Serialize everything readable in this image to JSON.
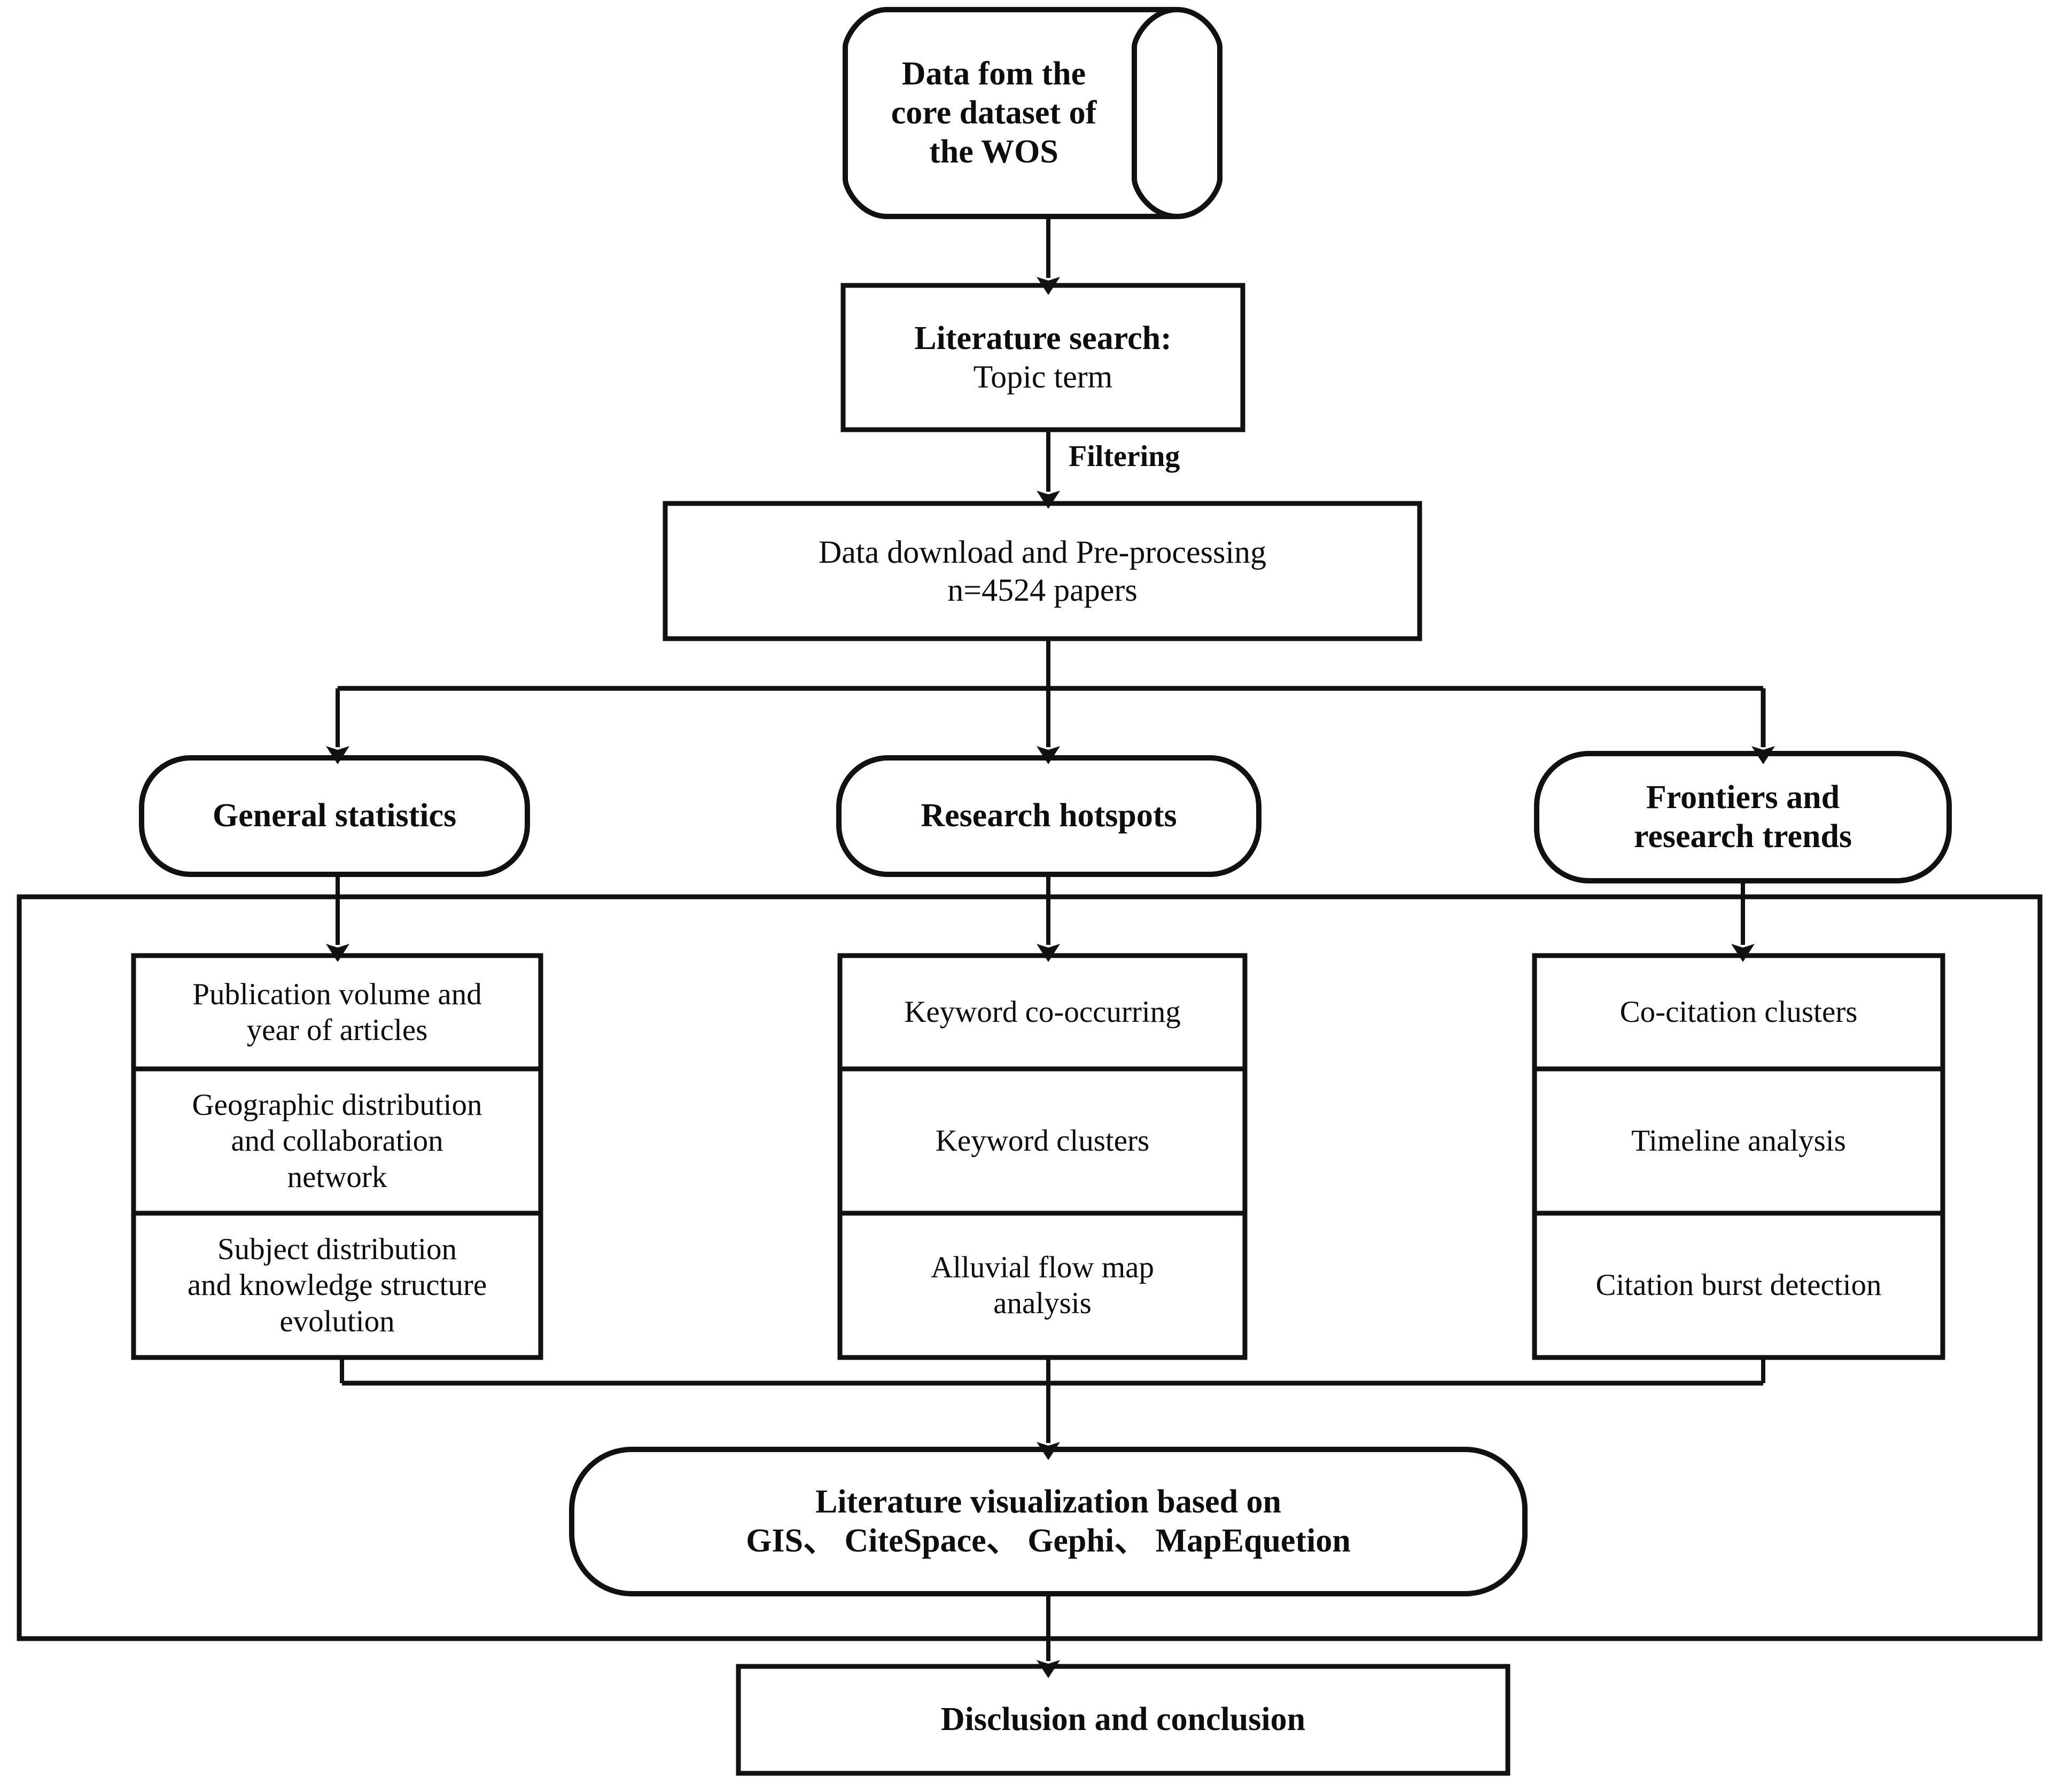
{
  "diagram": {
    "title_flow": "Bibliometric research workflow",
    "nodes": {
      "data_source": {
        "shape": "cylinder",
        "text": "Data fom the\ncore dataset of\nthe WOS",
        "bold": true
      },
      "literature_search": {
        "shape": "rectangle",
        "line1": "Literature search:",
        "line2": "Topic term"
      },
      "data_download": {
        "shape": "rectangle",
        "line1": "Data download and Pre-processing",
        "line2": "n=4524 papers"
      },
      "branch_general": {
        "shape": "rounded-rectangle",
        "text": "General statistics",
        "bold": true
      },
      "branch_hotspots": {
        "shape": "rounded-rectangle",
        "text": "Research hotspots",
        "bold": true
      },
      "branch_frontiers": {
        "shape": "rounded-rectangle",
        "line1": "Frontiers and",
        "line2": "research trends",
        "bold": true
      },
      "visualization": {
        "shape": "rounded-rectangle",
        "line1": "Literature visualization based on",
        "line2": "GIS、 CiteSpace、 Gephi、 MapEquetion",
        "bold": true
      },
      "conclusion": {
        "shape": "rectangle",
        "text": "Disclusion and conclusion",
        "bold": true
      }
    },
    "edge_labels": {
      "filtering": "Filtering"
    },
    "columns": [
      {
        "id": "general-statistics-column",
        "cells": [
          "Publication volume and\nyear of articles",
          "Geographic distribution\nand collaboration\nnetwork",
          "Subject distribution\nand knowledge structure\nevolution"
        ]
      },
      {
        "id": "research-hotspots-column",
        "cells": [
          "Keyword co-occurring",
          "Keyword clusters",
          "Alluvial flow map\nanalysis"
        ]
      },
      {
        "id": "frontiers-column",
        "cells": [
          "Co-citation clusters",
          "Timeline analysis",
          "Citation burst detection"
        ]
      }
    ],
    "colors": {
      "stroke": "#111111",
      "fill": "#ffffff",
      "text": "#0d0d0d"
    }
  }
}
